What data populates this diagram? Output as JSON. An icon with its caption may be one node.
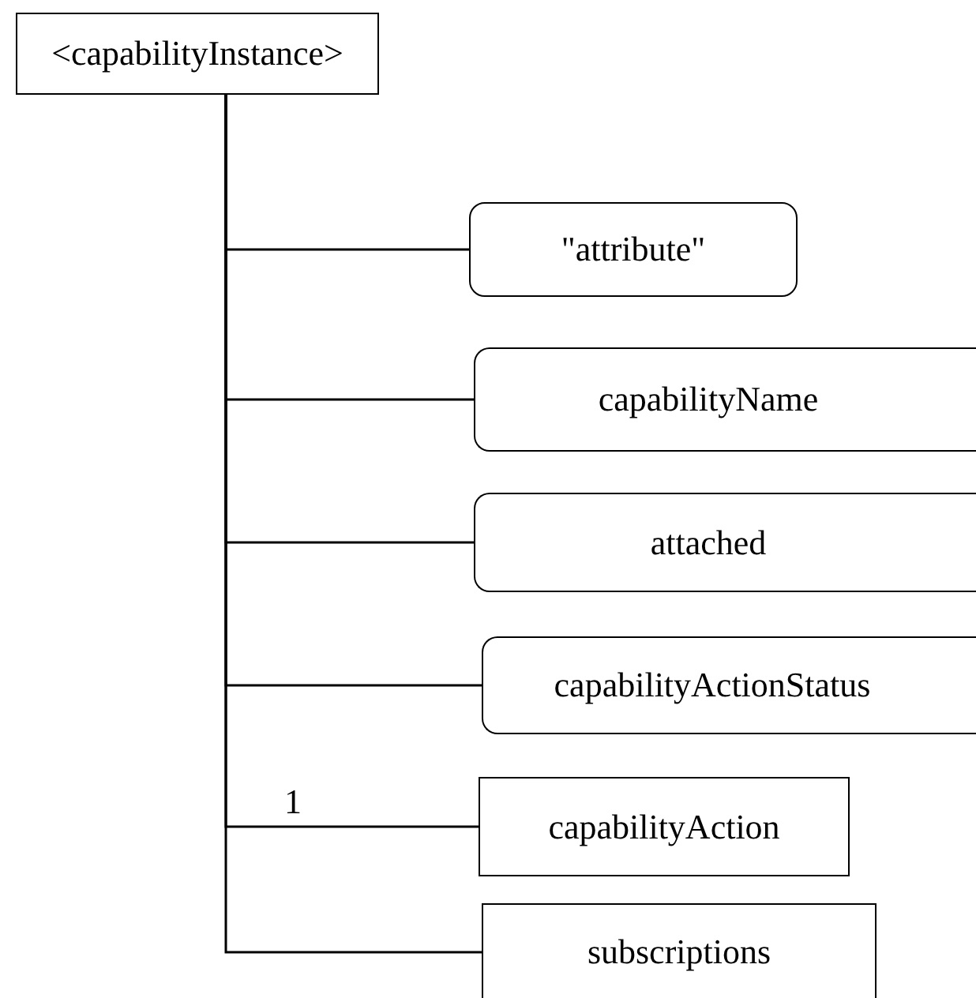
{
  "diagram": {
    "nodes": [
      {
        "text": [
          "<capabilityInstance>"
        ]
      },
      {
        "text": [
          "\"attribute\""
        ]
      },
      {
        "text": [
          "capabilityName"
        ]
      },
      {
        "text": [
          "attached"
        ]
      },
      {
        "text": [
          "capabilityActionStatus"
        ]
      },
      {
        "text": [
          "capabilityAction"
        ]
      },
      {
        "text": [
          "subscriptions"
        ]
      }
    ],
    "edges": [
      {
        "from": 0,
        "to": 1,
        "arrow": "none"
      },
      {
        "from": 0,
        "to": 2,
        "arrow": "none"
      },
      {
        "from": 0,
        "to": 3,
        "arrow": "none"
      },
      {
        "from": 0,
        "to": 4,
        "arrow": "none"
      },
      {
        "from": 0,
        "to": 5,
        "arrow": "none",
        "label": "1"
      },
      {
        "from": 0,
        "to": 6,
        "arrow": "none"
      }
    ]
  }
}
